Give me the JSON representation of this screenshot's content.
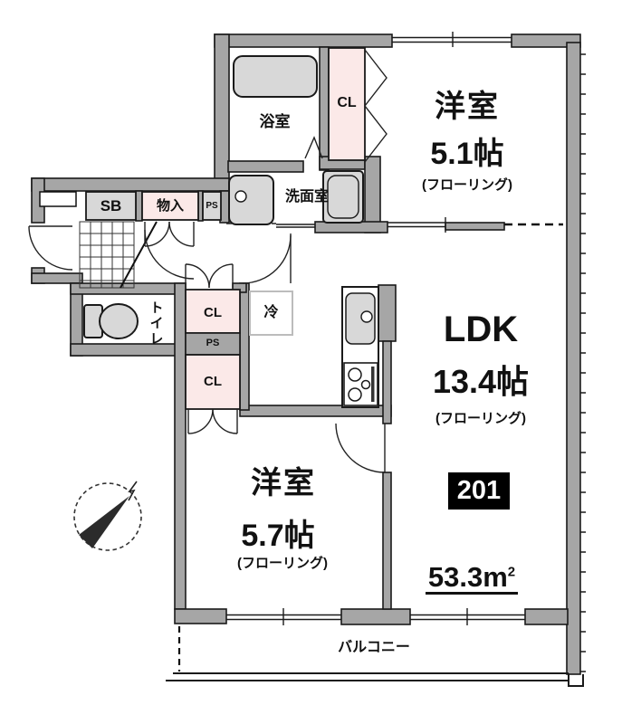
{
  "unit": {
    "number": "201",
    "area_value": "53.3m",
    "area_superscript": "2"
  },
  "rooms": {
    "room1": {
      "name": "洋室",
      "size": "5.1帖",
      "floor_note": "(フローリング)"
    },
    "room2": {
      "name": "洋室",
      "size": "5.7帖",
      "floor_note": "(フローリング)"
    },
    "ldk": {
      "name": "LDK",
      "size": "13.4帖",
      "floor_note": "(フローリング)"
    },
    "bathroom": {
      "name": "浴室"
    },
    "washroom": {
      "name": "洗面室"
    },
    "toilet": {
      "name": "トイレ"
    },
    "balcony": {
      "name": "バルコニー"
    },
    "refrigerator": {
      "name": "冷"
    }
  },
  "storage": {
    "closet1": "CL",
    "closet2": "CL",
    "closet3": "CL",
    "shoe_box": "SB",
    "monoire": "物入",
    "pipe_space1": "PS",
    "pipe_space2": "PS"
  },
  "colors": {
    "wall": "#a6a6a6",
    "line": "#1a1a1a",
    "closet": "#fbe9e8",
    "fixture": "#d8d8d8",
    "badgebg": "#000000",
    "badgefg": "#ffffff",
    "fridgeborder": "#bcbcbc"
  }
}
